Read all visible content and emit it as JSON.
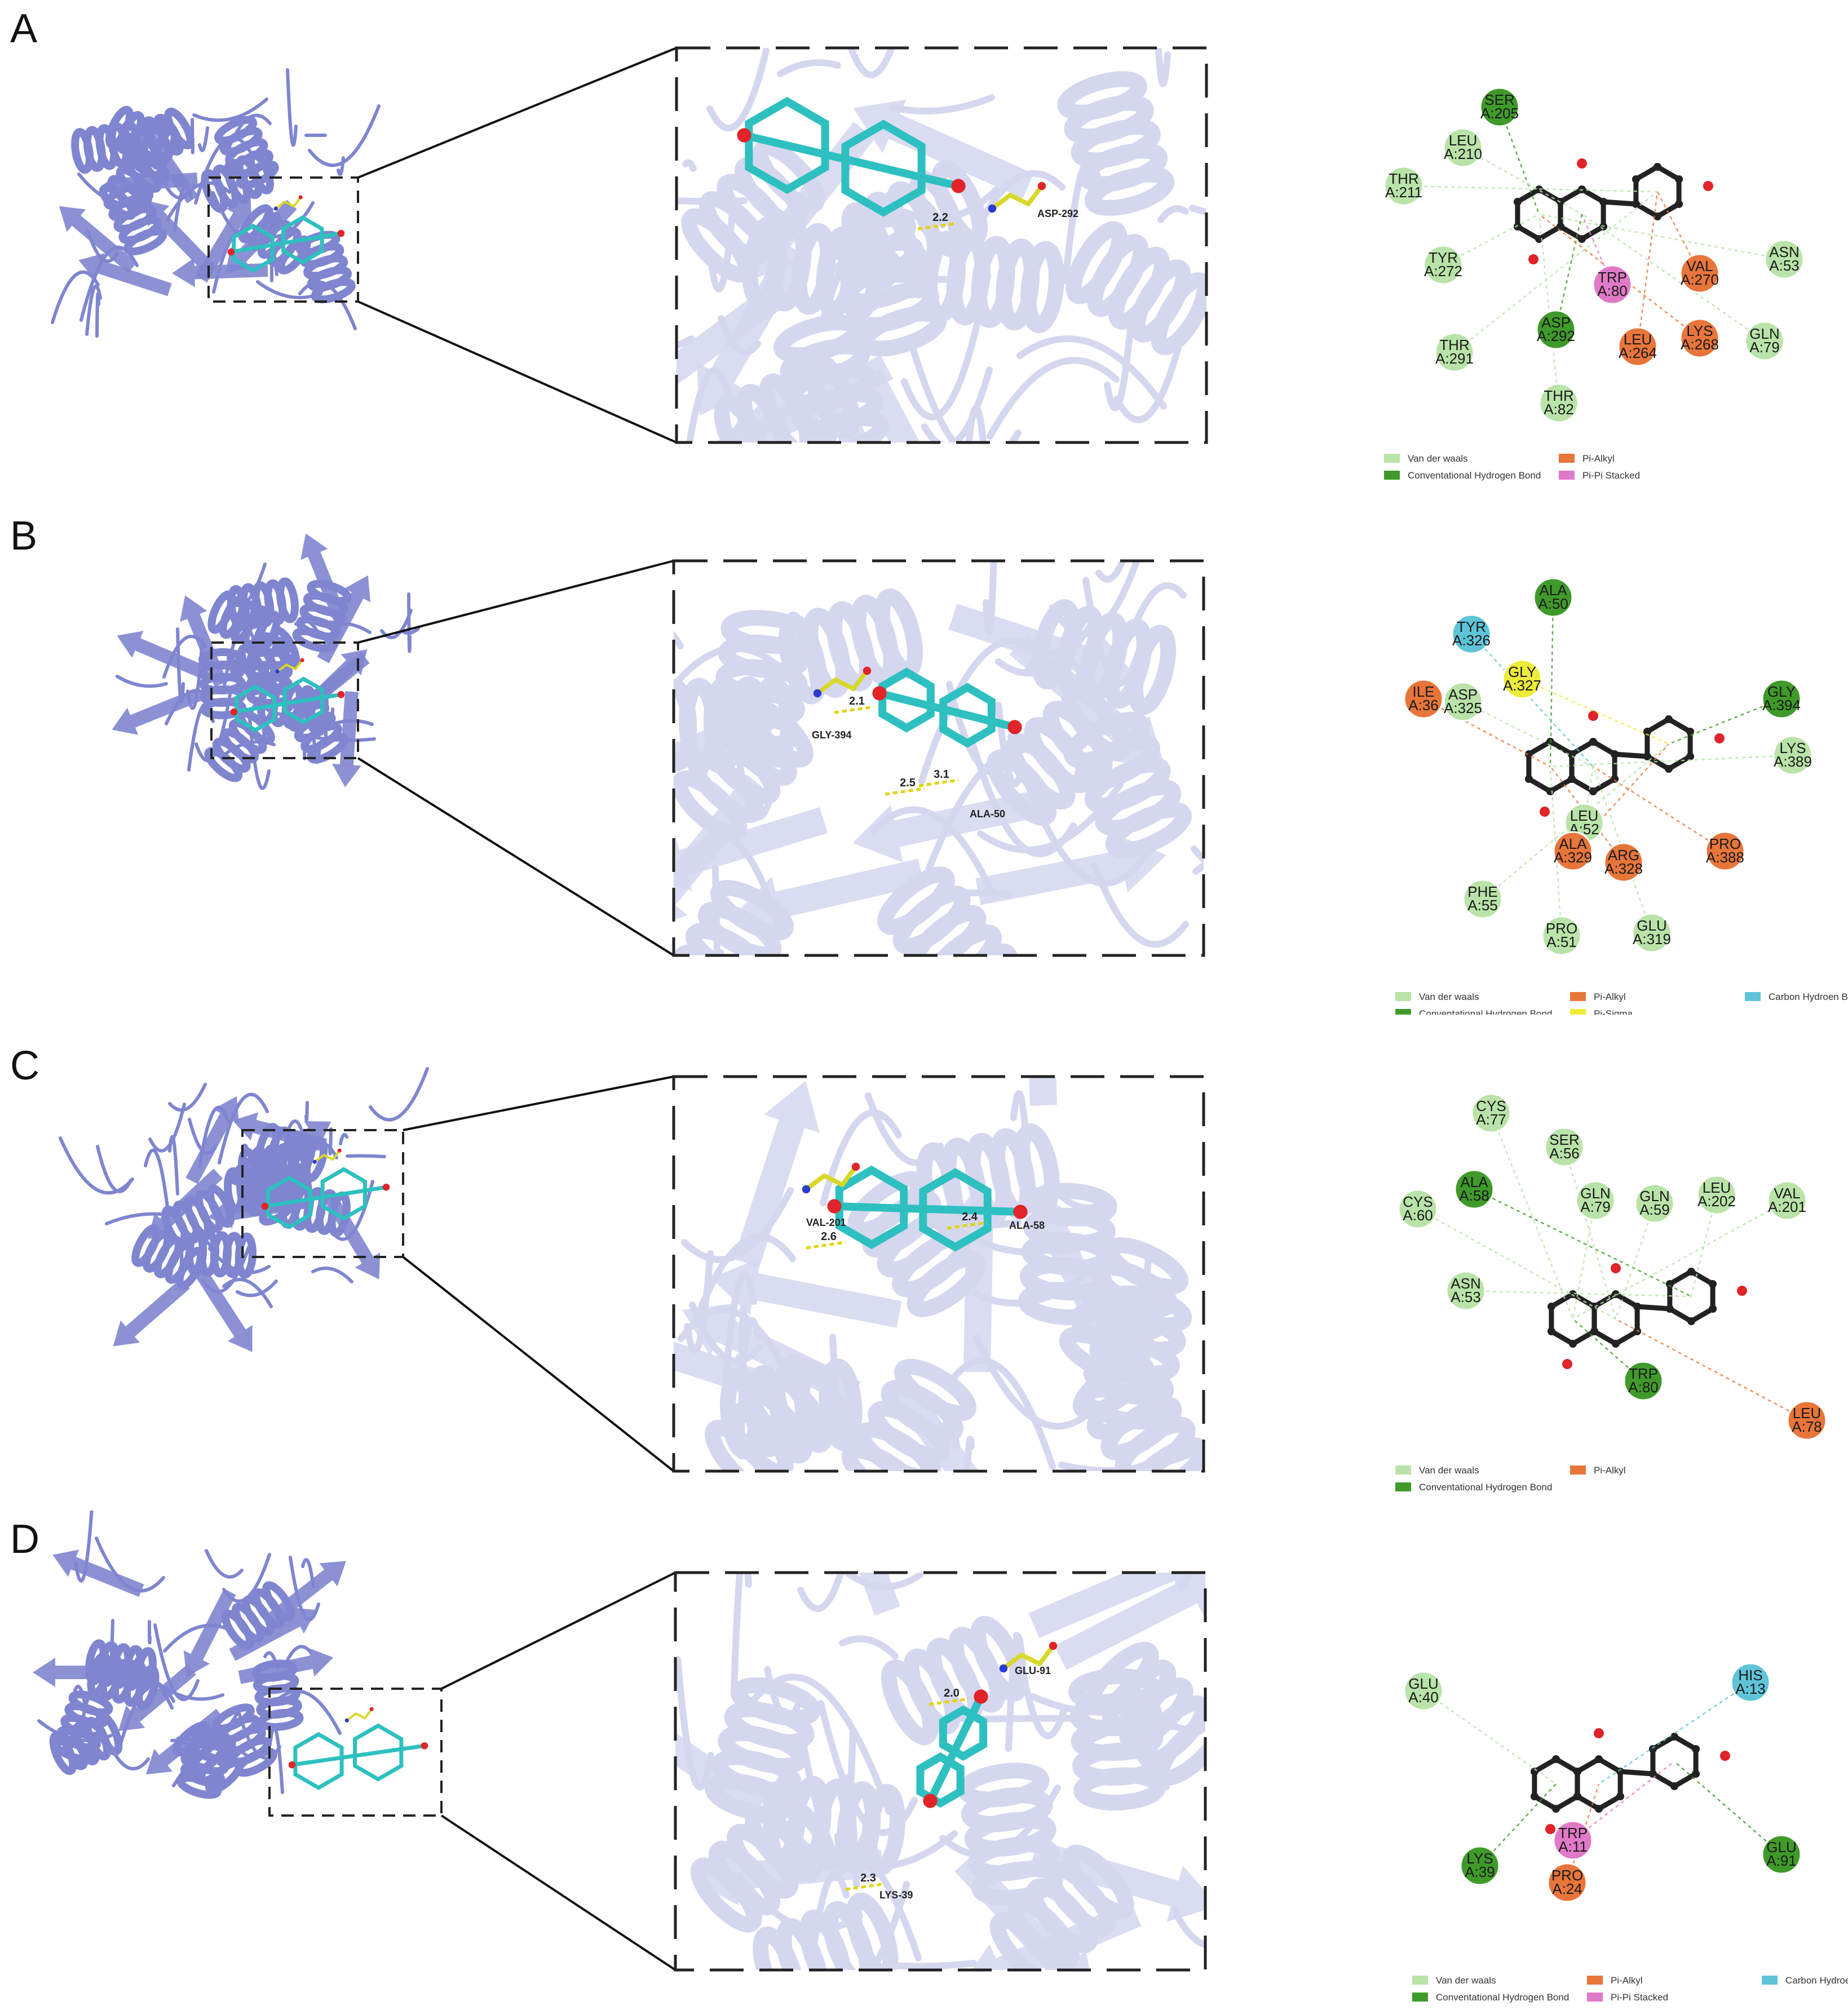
{
  "colors": {
    "vdw": "#b9e3a8",
    "hbond": "#3f9a2a",
    "pi_alkyl": "#e8753a",
    "pi_pi": "#e07ac8",
    "pi_sigma": "#ecec3a",
    "carbon_hbond": "#5fc4d8",
    "protein": "#7f85cf",
    "ligand": "#2ec0c0",
    "residue_stick": "#d8d82a"
  },
  "panels": [
    {
      "label": "A",
      "zoom_residue_labels": [
        "ASP-292"
      ],
      "distances": [
        "2.2"
      ],
      "residues": [
        {
          "name": "SER",
          "id": "A:205",
          "type": "hbond"
        },
        {
          "name": "LEU",
          "id": "A:210",
          "type": "vdw"
        },
        {
          "name": "THR",
          "id": "A:211",
          "type": "vdw"
        },
        {
          "name": "TYR",
          "id": "A:272",
          "type": "vdw"
        },
        {
          "name": "TRP",
          "id": "A:80",
          "type": "pi_pi"
        },
        {
          "name": "VAL",
          "id": "A:270",
          "type": "pi_alkyl"
        },
        {
          "name": "ASN",
          "id": "A:53",
          "type": "vdw"
        },
        {
          "name": "ASP",
          "id": "A:292",
          "type": "hbond"
        },
        {
          "name": "LEU",
          "id": "A:264",
          "type": "pi_alkyl"
        },
        {
          "name": "LYS",
          "id": "A:268",
          "type": "pi_alkyl"
        },
        {
          "name": "GLN",
          "id": "A:79",
          "type": "vdw"
        },
        {
          "name": "THR",
          "id": "A:291",
          "type": "vdw"
        },
        {
          "name": "THR",
          "id": "A:82",
          "type": "vdw"
        }
      ],
      "legend": [
        {
          "label": "Van der waals",
          "type": "vdw"
        },
        {
          "label": "Conventational Hydrogen Bond",
          "type": "hbond"
        },
        {
          "label": "Pi-Alkyl",
          "type": "pi_alkyl"
        },
        {
          "label": "Pi-Pi Stacked",
          "type": "pi_pi"
        }
      ]
    },
    {
      "label": "B",
      "zoom_residue_labels": [
        "GLY-394",
        "ALA-50"
      ],
      "distances": [
        "2.1",
        "2.5",
        "3.1"
      ],
      "residues": [
        {
          "name": "ALA",
          "id": "A:50",
          "type": "hbond"
        },
        {
          "name": "TYR",
          "id": "A:326",
          "type": "carbon_hbond"
        },
        {
          "name": "GLY",
          "id": "A:327",
          "type": "pi_sigma"
        },
        {
          "name": "ILE",
          "id": "A:36",
          "type": "pi_alkyl"
        },
        {
          "name": "ASP",
          "id": "A:325",
          "type": "vdw"
        },
        {
          "name": "GLY",
          "id": "A:394",
          "type": "hbond"
        },
        {
          "name": "LYS",
          "id": "A:389",
          "type": "vdw"
        },
        {
          "name": "LEU",
          "id": "A:52",
          "type": "vdw"
        },
        {
          "name": "ALA",
          "id": "A:329",
          "type": "pi_alkyl"
        },
        {
          "name": "ARG",
          "id": "A:328",
          "type": "pi_alkyl"
        },
        {
          "name": "PRO",
          "id": "A:388",
          "type": "pi_alkyl"
        },
        {
          "name": "PHE",
          "id": "A:55",
          "type": "vdw"
        },
        {
          "name": "PRO",
          "id": "A:51",
          "type": "vdw"
        },
        {
          "name": "GLU",
          "id": "A:319",
          "type": "vdw"
        }
      ],
      "legend": [
        {
          "label": "Van der waals",
          "type": "vdw"
        },
        {
          "label": "Conventational Hydrogen Bond",
          "type": "hbond"
        },
        {
          "label": "Pi-Alkyl",
          "type": "pi_alkyl"
        },
        {
          "label": "Pi-Sigma",
          "type": "pi_sigma"
        },
        {
          "label": "Carbon Hydroen Bond",
          "type": "carbon_hbond"
        }
      ]
    },
    {
      "label": "C",
      "zoom_residue_labels": [
        "VAL-201",
        "ALA-58"
      ],
      "distances": [
        "2.6",
        "2.4"
      ],
      "residues": [
        {
          "name": "CYS",
          "id": "A:77",
          "type": "vdw"
        },
        {
          "name": "SER",
          "id": "A:56",
          "type": "vdw"
        },
        {
          "name": "ALA",
          "id": "A:58",
          "type": "hbond"
        },
        {
          "name": "GLN",
          "id": "A:79",
          "type": "vdw"
        },
        {
          "name": "GLN",
          "id": "A:59",
          "type": "vdw"
        },
        {
          "name": "LEU",
          "id": "A:202",
          "type": "vdw"
        },
        {
          "name": "VAL",
          "id": "A:201",
          "type": "vdw"
        },
        {
          "name": "CYS",
          "id": "A:60",
          "type": "vdw"
        },
        {
          "name": "ASN",
          "id": "A:53",
          "type": "vdw"
        },
        {
          "name": "TRP",
          "id": "A:80",
          "type": "hbond"
        },
        {
          "name": "LEU",
          "id": "A:78",
          "type": "pi_alkyl"
        }
      ],
      "legend": [
        {
          "label": "Van der waals",
          "type": "vdw"
        },
        {
          "label": "Conventational Hydrogen Bond",
          "type": "hbond"
        },
        {
          "label": "Pi-Alkyl",
          "type": "pi_alkyl"
        }
      ]
    },
    {
      "label": "D",
      "zoom_residue_labels": [
        "GLU-91",
        "LYS-39"
      ],
      "distances": [
        "2.0",
        "2.3"
      ],
      "residues": [
        {
          "name": "GLU",
          "id": "A:40",
          "type": "vdw"
        },
        {
          "name": "HIS",
          "id": "A:13",
          "type": "carbon_hbond"
        },
        {
          "name": "TRP",
          "id": "A:11",
          "type": "pi_pi"
        },
        {
          "name": "LYS",
          "id": "A:39",
          "type": "hbond"
        },
        {
          "name": "PRO",
          "id": "A:24",
          "type": "pi_alkyl"
        },
        {
          "name": "GLU",
          "id": "A:91",
          "type": "hbond"
        }
      ],
      "legend": [
        {
          "label": "Van der waals",
          "type": "vdw"
        },
        {
          "label": "Conventational Hydrogen Bond",
          "type": "hbond"
        },
        {
          "label": "Pi-Alkyl",
          "type": "pi_alkyl"
        },
        {
          "label": "Pi-Pi Stacked",
          "type": "pi_pi"
        },
        {
          "label": "Carbon Hydroen Bond",
          "type": "carbon_hbond"
        }
      ]
    }
  ]
}
